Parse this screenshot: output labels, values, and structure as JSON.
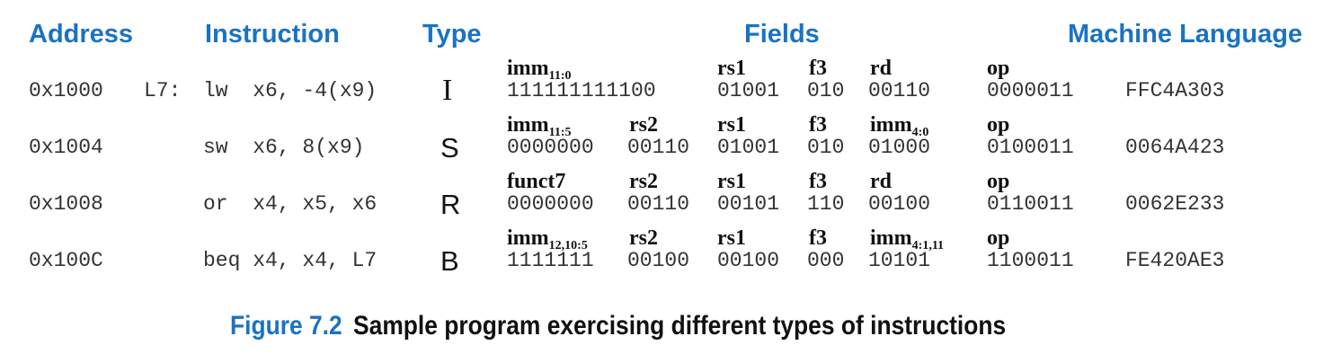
{
  "headers": {
    "address": "Address",
    "instruction": "Instruction",
    "type": "Type",
    "fields": "Fields",
    "machine_language": "Machine Language"
  },
  "rows": [
    {
      "address": "0x1000",
      "label": "L7:",
      "instruction": "lw  x6, -4(x9)",
      "type": "I",
      "fields": [
        {
          "name": "imm",
          "sub": "11:0",
          "bits": "111111111100"
        },
        {
          "name": "rs1",
          "sub": "",
          "bits": "01001"
        },
        {
          "name": "f3",
          "sub": "",
          "bits": "010"
        },
        {
          "name": "rd",
          "sub": "",
          "bits": "00110"
        },
        {
          "name": "op",
          "sub": "",
          "bits": "0000011"
        }
      ],
      "machine": "FFC4A303"
    },
    {
      "address": "0x1004",
      "label": "",
      "instruction": "sw  x6, 8(x9)",
      "type": "S",
      "fields": [
        {
          "name": "imm",
          "sub": "11:5",
          "bits": "0000000"
        },
        {
          "name": "rs2",
          "sub": "",
          "bits": "00110"
        },
        {
          "name": "rs1",
          "sub": "",
          "bits": "01001"
        },
        {
          "name": "f3",
          "sub": "",
          "bits": "010"
        },
        {
          "name": "imm",
          "sub": "4:0",
          "bits": "01000"
        },
        {
          "name": "op",
          "sub": "",
          "bits": "0100011"
        }
      ],
      "machine": "0064A423"
    },
    {
      "address": "0x1008",
      "label": "",
      "instruction": "or  x4, x5, x6",
      "type": "R",
      "fields": [
        {
          "name": "funct7",
          "sub": "",
          "bits": "0000000"
        },
        {
          "name": "rs2",
          "sub": "",
          "bits": "00110"
        },
        {
          "name": "rs1",
          "sub": "",
          "bits": "00101"
        },
        {
          "name": "f3",
          "sub": "",
          "bits": "110"
        },
        {
          "name": "rd",
          "sub": "",
          "bits": "00100"
        },
        {
          "name": "op",
          "sub": "",
          "bits": "0110011"
        }
      ],
      "machine": "0062E233"
    },
    {
      "address": "0x100C",
      "label": "",
      "instruction": "beq x4, x4, L7",
      "type": "B",
      "fields": [
        {
          "name": "imm",
          "sub": "12,10:5",
          "bits": "1111111"
        },
        {
          "name": "rs2",
          "sub": "",
          "bits": "00100"
        },
        {
          "name": "rs1",
          "sub": "",
          "bits": "00100"
        },
        {
          "name": "f3",
          "sub": "",
          "bits": "000"
        },
        {
          "name": "imm",
          "sub": "4:1,11",
          "bits": "10101"
        },
        {
          "name": "op",
          "sub": "",
          "bits": "1100011"
        }
      ],
      "machine": "FE420AE3"
    }
  ],
  "caption": {
    "number": "Figure 7.2",
    "text": "Sample program exercising different types of instructions"
  },
  "colors": {
    "accent_blue": "#1a73c2",
    "text_dark": "#111111",
    "mono_text": "#333333"
  }
}
